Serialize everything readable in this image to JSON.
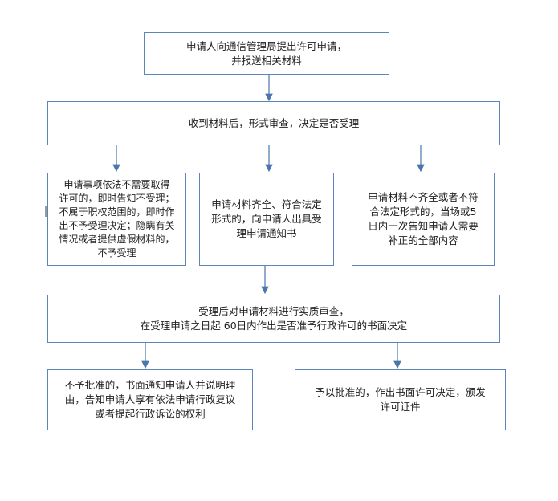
{
  "nodes": {
    "apply": [
      "申请人向通信管理局提出许可申请，",
      "并报送相关材料"
    ],
    "review": [
      "收到材料后，形式审查，决定是否受理"
    ],
    "reject": [
      "申请事项依法不需要取得",
      "许可的，即时告知不受理；",
      "不属于职权范围的，即时作",
      "出不予受理决定；隐瞒有关",
      "情况或者提供虚假材料的，",
      "不予受理"
    ],
    "accept": [
      "申请材料齐全、符合法定",
      "形式的，向申请人出具受",
      "理申请通知书"
    ],
    "incomplete": [
      "申请材料不齐全或者不符",
      "合法定形式的，当场或5",
      "日内一次告知申请人需要",
      "补正的全部内容"
    ],
    "substantive": [
      "受理后对申请材料进行实质审查，",
      "在受理申请之日起 60日内作出是否准予行政许可的书面决定"
    ],
    "deny": [
      "不予批准的，书面通知申请人并说明理",
      "由，告知申请人享有依法申请行政复议",
      "或者提起行政诉讼的权利"
    ],
    "approve": [
      "予以批准的，作出书面许可决定，颁发",
      "许可证件"
    ]
  },
  "colors": {
    "border": "#5b86b8",
    "arrow": "#4a76ad"
  }
}
